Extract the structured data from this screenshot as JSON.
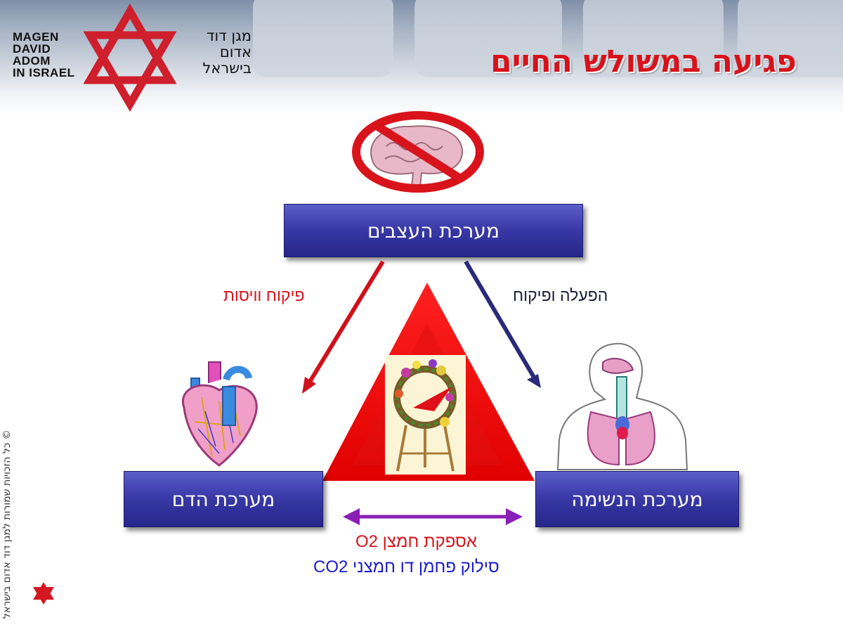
{
  "logo": {
    "english_lines": [
      "MAGEN",
      "DAVID",
      "ADOM",
      "IN ISRAEL"
    ],
    "hebrew_lines": [
      "מגן דוד",
      "אדום",
      "בישראל"
    ]
  },
  "title": "פגיעה במשולש החיים",
  "boxes": {
    "nervous": "מערכת העצבים",
    "blood": "מערכת הדם",
    "respiratory": "מערכת הנשימה"
  },
  "arrow_labels": {
    "left": "פיקוח וויסות",
    "right": "הפעלה ופיקוח"
  },
  "exchange": {
    "o2": "אספקת חמצן O2",
    "co2": "סילוק פחמן דו חמצני CO2"
  },
  "copyright": "© כל הזכויות שמורות למגן דוד אדום בישראל",
  "colors": {
    "accent_red": "#d8121b",
    "box_blue": "#3a3aa8",
    "exchange_purple": "#8a1fb5",
    "co2_blue": "#1a1acc"
  },
  "icons": [
    "star-of-david-logo-icon",
    "no-brain-icon",
    "heart-icon",
    "lungs-torso-icon",
    "funeral-wreath-icon",
    "star-of-david-small-icon"
  ]
}
